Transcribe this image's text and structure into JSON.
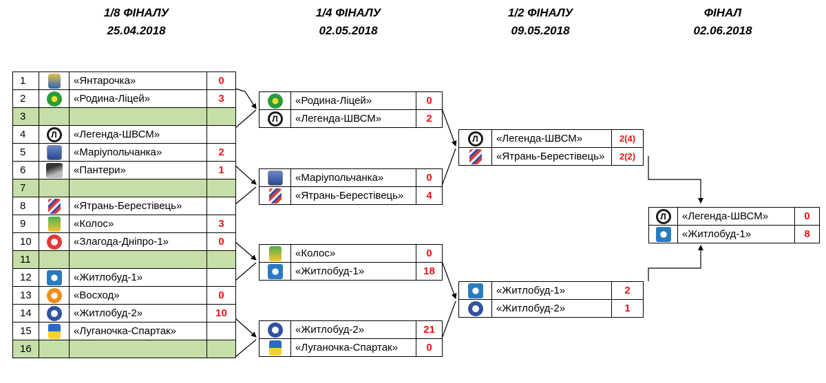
{
  "rounds": [
    {
      "title": "1/8 ФІНАЛУ",
      "date": "25.04.2018"
    },
    {
      "title": "1/4 ФІНАЛУ",
      "date": "02.05.2018"
    },
    {
      "title": "1/2 ФІНАЛУ",
      "date": "09.05.2018"
    },
    {
      "title": "ФІНАЛ",
      "date": "02.06.2018"
    }
  ],
  "r16": [
    {
      "num": "1",
      "team": "«Янтарочка»",
      "score": "0",
      "logo": "crest-logo"
    },
    {
      "num": "2",
      "team": "«Родина-Ліцей»",
      "score": "3",
      "logo": "rodyna-logo"
    },
    {
      "num": "3",
      "team": "",
      "score": "",
      "logo": ""
    },
    {
      "num": "4",
      "team": "«Легенда-ШВСМ»",
      "score": "",
      "logo": "lehenda-logo"
    },
    {
      "num": "5",
      "team": "«Маріупольчанка»",
      "score": "2",
      "logo": "mariup-logo"
    },
    {
      "num": "6",
      "team": "«Пантери»",
      "score": "1",
      "logo": "pantery-logo"
    },
    {
      "num": "7",
      "team": "",
      "score": "",
      "logo": ""
    },
    {
      "num": "8",
      "team": "«Ятрань-Берестівець»",
      "score": "",
      "logo": "yatran-logo"
    },
    {
      "num": "9",
      "team": "«Колос»",
      "score": "3",
      "logo": "kolos-logo"
    },
    {
      "num": "10",
      "team": "«Злагода-Дніпро-1»",
      "score": "0",
      "logo": "zlahoda-logo"
    },
    {
      "num": "11",
      "team": "",
      "score": "",
      "logo": ""
    },
    {
      "num": "12",
      "team": "«Житлобуд-1»",
      "score": "",
      "logo": "zhytlobud1-logo"
    },
    {
      "num": "13",
      "team": "«Восход»",
      "score": "0",
      "logo": "voskhod-logo"
    },
    {
      "num": "14",
      "team": "«Житлобуд-2»",
      "score": "10",
      "logo": "zhytlobud2-logo"
    },
    {
      "num": "15",
      "team": "«Луганочка-Спартак»",
      "score": "",
      "logo": "luhanochka-logo"
    },
    {
      "num": "16",
      "team": "",
      "score": "",
      "logo": ""
    }
  ],
  "qf": [
    {
      "team": "«Родина-Ліцей»",
      "score": "0",
      "logo": "rodyna-logo"
    },
    {
      "team": "«Легенда-ШВСМ»",
      "score": "2",
      "logo": "lehenda-logo"
    },
    {
      "team": "«Маріупольчанка»",
      "score": "0",
      "logo": "mariup-logo"
    },
    {
      "team": "«Ятрань-Берестівець»",
      "score": "4",
      "logo": "yatran-logo"
    },
    {
      "team": "«Колос»",
      "score": "0",
      "logo": "kolos-logo"
    },
    {
      "team": "«Житлобуд-1»",
      "score": "18",
      "logo": "zhytlobud1-logo"
    },
    {
      "team": "«Житлобуд-2»",
      "score": "21",
      "logo": "zhytlobud2-logo"
    },
    {
      "team": "«Луганочка-Спартак»",
      "score": "0",
      "logo": "luhanochka-logo"
    }
  ],
  "sf": [
    {
      "team": "«Легенда-ШВСМ»",
      "score": "2(4)",
      "logo": "lehenda-logo"
    },
    {
      "team": "«Ятрань-Берестівець»",
      "score": "2(2)",
      "logo": "yatran-logo"
    },
    {
      "team": "«Житлобуд-1»",
      "score": "2",
      "logo": "zhytlobud1-logo"
    },
    {
      "team": "«Житлобуд-2»",
      "score": "1",
      "logo": "zhytlobud2-logo"
    }
  ],
  "final": [
    {
      "team": "«Легенда-ШВСМ»",
      "score": "0",
      "logo": "lehenda-logo"
    },
    {
      "team": "«Житлобуд-1»",
      "score": "8",
      "logo": "zhytlobud1-logo"
    }
  ],
  "colors": {
    "score": "#ee1111",
    "empty_row": "#c6dfa9",
    "line": "#000000"
  }
}
